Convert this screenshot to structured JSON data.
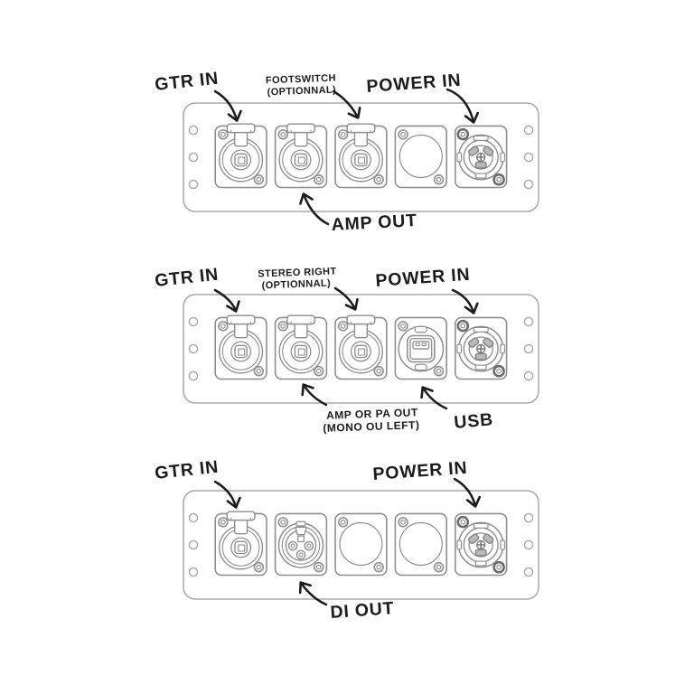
{
  "colors": {
    "background": "#ffffff",
    "panel_line": "#a8a8a8",
    "connector_line": "#8e8e8e",
    "ink": "#1c1c1c"
  },
  "panels": [
    {
      "labels": {
        "gtr_in": "GTR IN",
        "footswitch_line1": "FOOTSWITCH",
        "footswitch_line2": "(OPTIONNAL)",
        "power_in": "POWER IN",
        "amp_out": "AMP OUT"
      },
      "connectors": [
        "locking-jack",
        "locking-jack",
        "locking-jack",
        "blank",
        "powercon"
      ]
    },
    {
      "labels": {
        "gtr_in": "GTR IN",
        "stereo_right_line1": "STEREO RIGHT",
        "stereo_right_line2": "(OPTIONNAL)",
        "power_in": "POWER IN",
        "amp_or_pa_out_line1": "AMP OR PA OUT",
        "amp_or_pa_out_line2": "(MONO OU LEFT)",
        "usb": "USB"
      },
      "connectors": [
        "locking-jack",
        "locking-jack",
        "locking-jack",
        "usb",
        "powercon"
      ]
    },
    {
      "labels": {
        "gtr_in": "GTR IN",
        "power_in": "POWER IN",
        "di_out": "DI OUT"
      },
      "connectors": [
        "locking-jack",
        "xlr-male",
        "blank",
        "blank",
        "powercon"
      ]
    }
  ]
}
